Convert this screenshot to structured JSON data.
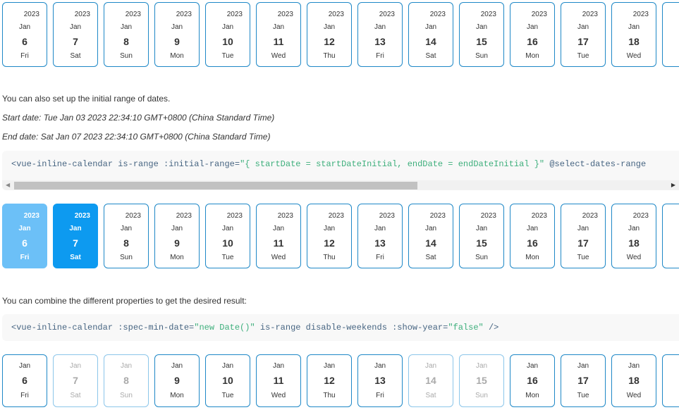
{
  "days": [
    {
      "d": "6",
      "w": "Fri"
    },
    {
      "d": "7",
      "w": "Sat"
    },
    {
      "d": "8",
      "w": "Sun"
    },
    {
      "d": "9",
      "w": "Mon"
    },
    {
      "d": "10",
      "w": "Tue"
    },
    {
      "d": "11",
      "w": "Wed"
    },
    {
      "d": "12",
      "w": "Thu"
    },
    {
      "d": "13",
      "w": "Fri"
    },
    {
      "d": "14",
      "w": "Sat"
    },
    {
      "d": "15",
      "w": "Sun"
    },
    {
      "d": "16",
      "w": "Mon"
    },
    {
      "d": "17",
      "w": "Tue"
    },
    {
      "d": "18",
      "w": "Wed"
    }
  ],
  "year": "2023",
  "month": "Jan",
  "row2_states": [
    "range",
    "sel",
    "",
    "",
    "",
    "",
    "",
    "",
    "",
    "",
    "",
    "",
    ""
  ],
  "row3_states": [
    "",
    "dis",
    "dis",
    "",
    "",
    "",
    "",
    "",
    "dis",
    "dis",
    "",
    "",
    ""
  ],
  "text": {
    "range_intro": "You can also set up the initial range of dates.",
    "start_date": "Start date: Tue Jan 03 2023 22:34:10 GMT+0800 (China Standard Time)",
    "end_date": "End date: Sat Jan 07 2023 22:34:10 GMT+0800 (China Standard Time)",
    "combine_intro": "You can combine the different properties to get the desired result:"
  },
  "code1": {
    "a": "<vue-inline-calendar is-range :initial-range=",
    "b": "\"{ startDate = startDateInitial, endDate = endDateInitial }\"",
    "c": " @select-dates-range"
  },
  "code2": {
    "a": "<vue-inline-calendar :spec-min-date=",
    "b": "\"new Date()\"",
    "c": " is-range disable-weekends :show-year=",
    "d": "\"false\"",
    "e": " />"
  }
}
